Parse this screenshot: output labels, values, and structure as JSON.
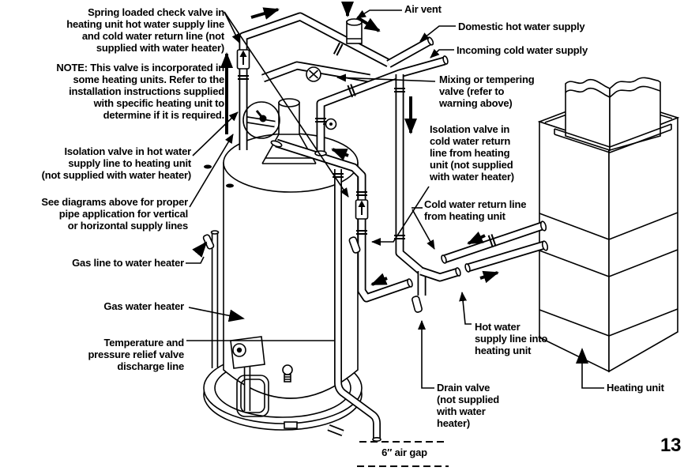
{
  "page": {
    "number": "13",
    "ink": "#000000",
    "paper": "#ffffff"
  },
  "labels": {
    "spring_check": "Spring loaded check valve in\nheating unit hot water supply line\nand cold water return line (not\nsupplied with water heater)",
    "note": "NOTE: This valve is incorporated in\nsome heating units. Refer to the\ninstallation instructions supplied\nwith specific heating unit to\ndetermine if it is required.",
    "isolation_hot": "Isolation valve in hot water\nsupply line to heating unit\n(not supplied with water heater)",
    "see_diagrams": "See diagrams above for proper\npipe application for vertical\nor horizontal supply lines",
    "gas_line": "Gas line to water heater",
    "gas_water_heater": "Gas water heater",
    "tp_valve": "Temperature and\npressure relief valve\ndischarge line",
    "air_vent": "Air vent",
    "domestic_hot": "Domestic hot water supply",
    "incoming_cold": "Incoming cold water supply",
    "mixing_valve": "Mixing or tempering\nvalve (refer to\nwarning above)",
    "isolation_cold": "Isolation valve in\ncold water return\nline from heating\nunit (not supplied\nwith water heater)",
    "cold_return": "Cold water return line\nfrom heating unit",
    "hot_supply": "Hot water\nsupply line into\nheating unit",
    "drain_valve": "Drain valve\n(not supplied\nwith water\nheater)",
    "heating_unit": "Heating unit",
    "air_gap": "6″ air gap"
  },
  "icons": {
    "flow_arrow": "solid black flow-direction arrow",
    "check_valve": "up-arrow check valve symbol",
    "air_vent": "air vent cylinder",
    "emphasis_circle": "circled isolation valve"
  }
}
